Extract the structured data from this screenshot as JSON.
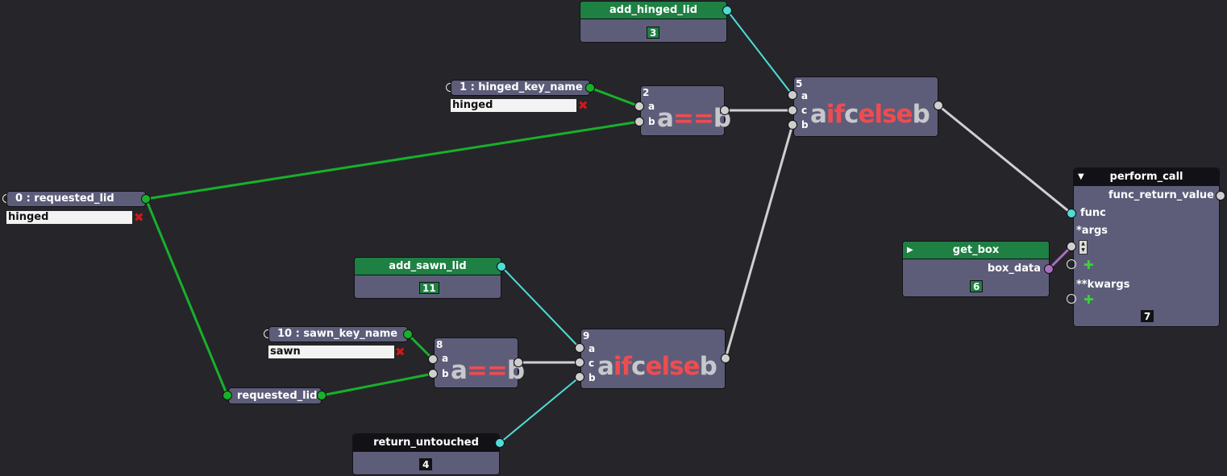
{
  "nodes": {
    "add_hinged_lid": {
      "title": "add_hinged_lid",
      "id": "3"
    },
    "hinged_key": {
      "title": "1 : hinged_key_name",
      "value": "hinged"
    },
    "eq_top": {
      "id": "2",
      "a": "a",
      "b": "b",
      "expr_a": "a",
      "expr_op": "==",
      "expr_b": "b"
    },
    "if_top": {
      "id": "5",
      "a": "a",
      "c": "c",
      "b": "b",
      "e1": "a",
      "e2": "if",
      "e3": "c",
      "e4": "else",
      "e5": "b"
    },
    "requested_lid_param": {
      "title": "0 : requested_lid",
      "value": "hinged"
    },
    "add_sawn_lid": {
      "title": "add_sawn_lid",
      "id": "11"
    },
    "sawn_key": {
      "title": "10 : sawn_key_name",
      "value": "sawn"
    },
    "eq_bottom": {
      "id": "8",
      "a": "a",
      "b": "b",
      "expr_a": "a",
      "expr_op": "==",
      "expr_b": "b"
    },
    "if_bottom": {
      "id": "9",
      "a": "a",
      "c": "c",
      "b": "b",
      "e1": "a",
      "e2": "if",
      "e3": "c",
      "e4": "else",
      "e5": "b"
    },
    "requested_lid_var": {
      "title": "requested_lid"
    },
    "return_untouched": {
      "title": "return_untouched",
      "id": "4"
    },
    "get_box": {
      "title": "get_box",
      "output": "box_data",
      "id": "6"
    },
    "perform_call": {
      "title": "perform_call",
      "output": "func_return_value",
      "func": "func",
      "args": "*args",
      "kwargs": "**kwargs",
      "id": "7"
    }
  },
  "icons": {
    "collapse": "▼",
    "expand": "▶",
    "remove": "✖",
    "add": "✚"
  },
  "colors": {
    "background": "#26262a",
    "node_body": "#5d5d7a",
    "header_green": "#1e8043",
    "header_black": "#121216",
    "wire_green": "#17b12b",
    "wire_cyan": "#4fdcd6",
    "wire_gray": "#d0d0d0",
    "wire_purple": "#a770c0",
    "operator_red": "#ef4c50"
  }
}
